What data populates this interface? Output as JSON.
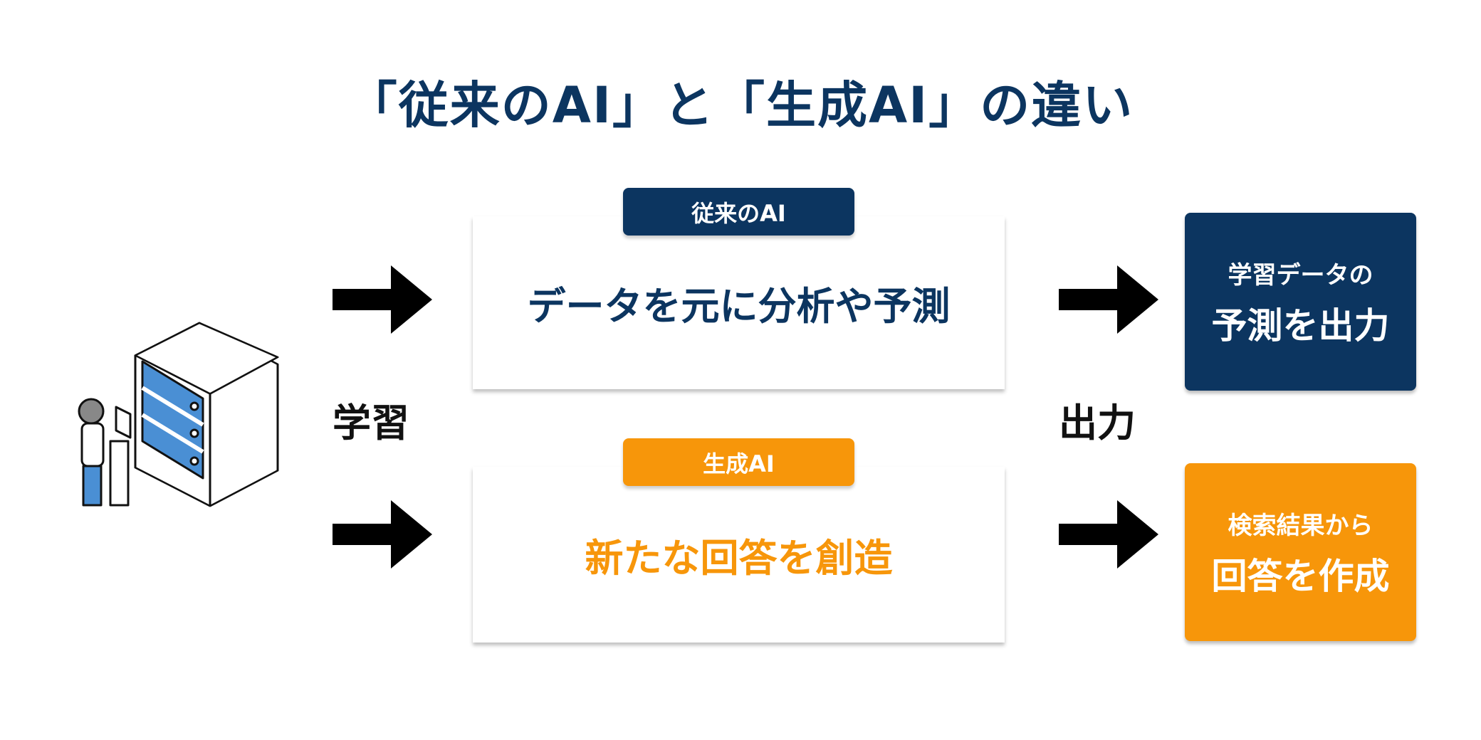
{
  "title": "「従来のAI」と「生成AI」の違い",
  "left_label": "学習",
  "middle_label": "出力",
  "traditional": {
    "badge": "従来のAI",
    "description": "データを元に分析や予測",
    "output_line1": "学習データの",
    "output_line2": "予測を出力",
    "color": "#0c3560"
  },
  "generative": {
    "badge": "生成AI",
    "description": "新たな回答を創造",
    "output_line1": "検索結果から",
    "output_line2": "回答を作成",
    "color": "#f7960a"
  },
  "icons": [
    "person-with-server-illustration",
    "right-arrow-icon"
  ]
}
